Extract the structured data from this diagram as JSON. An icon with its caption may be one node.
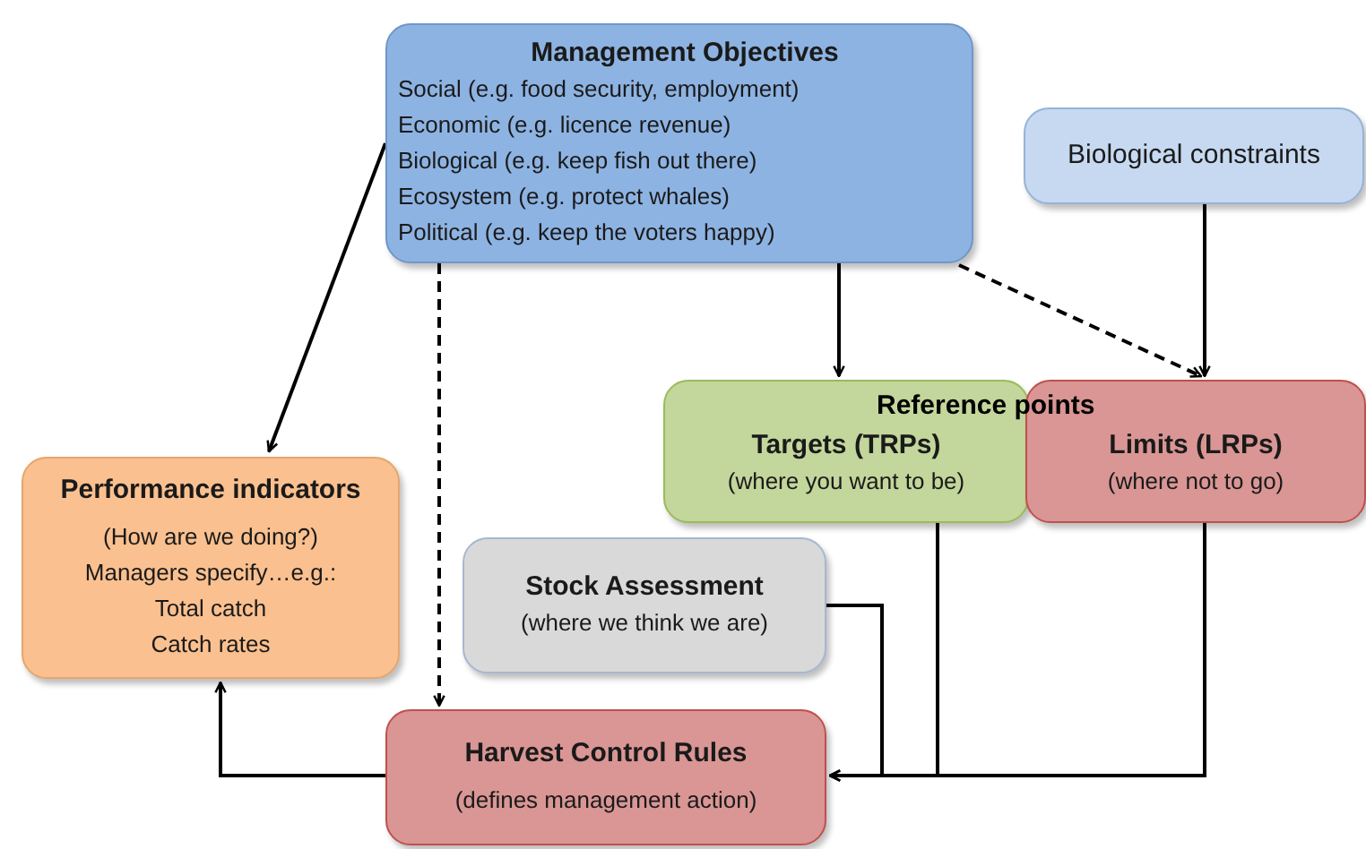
{
  "diagram": {
    "nodes": [
      {
        "text": [
          "Management Objectives",
          "Social (e.g. food security, employment)",
          "Economic (e.g. licence revenue)",
          "Biological (e.g. keep fish out there)",
          "Ecosystem (e.g. protect whales)",
          "Political (e.g. keep the voters happy)"
        ]
      },
      {
        "text": [
          "Biological constraints"
        ]
      },
      {
        "text": [
          "Targets (TRPs)",
          "(where you want to be)"
        ]
      },
      {
        "text": [
          "Limits (LRPs)",
          "(where not to go)"
        ]
      },
      {
        "text": [
          "Performance indicators",
          "(How are we doing?)",
          "Managers specify…e.g.:",
          "Total catch",
          "Catch rates"
        ]
      },
      {
        "text": [
          "Stock Assessment",
          "(where we think we are)"
        ]
      },
      {
        "text": [
          "Harvest Control Rules",
          "(defines management action)"
        ]
      }
    ],
    "edges": [
      {
        "from": 0,
        "to": 4,
        "arrow": "to"
      },
      {
        "from": 0,
        "to": 6,
        "arrow": "to",
        "style": "dashed"
      },
      {
        "from": 0,
        "to": 2,
        "arrow": "to"
      },
      {
        "from": 0,
        "to": 3,
        "arrow": "to",
        "style": "dashed"
      },
      {
        "from": 1,
        "to": 3,
        "arrow": "to"
      },
      {
        "from": 5,
        "to": 6,
        "arrow": "to"
      },
      {
        "from": 2,
        "to": 6,
        "arrow": "to"
      },
      {
        "from": 3,
        "to": 6,
        "arrow": "to"
      },
      {
        "from": 6,
        "to": 4,
        "arrow": "to"
      }
    ],
    "labels": [
      "Reference points"
    ]
  }
}
